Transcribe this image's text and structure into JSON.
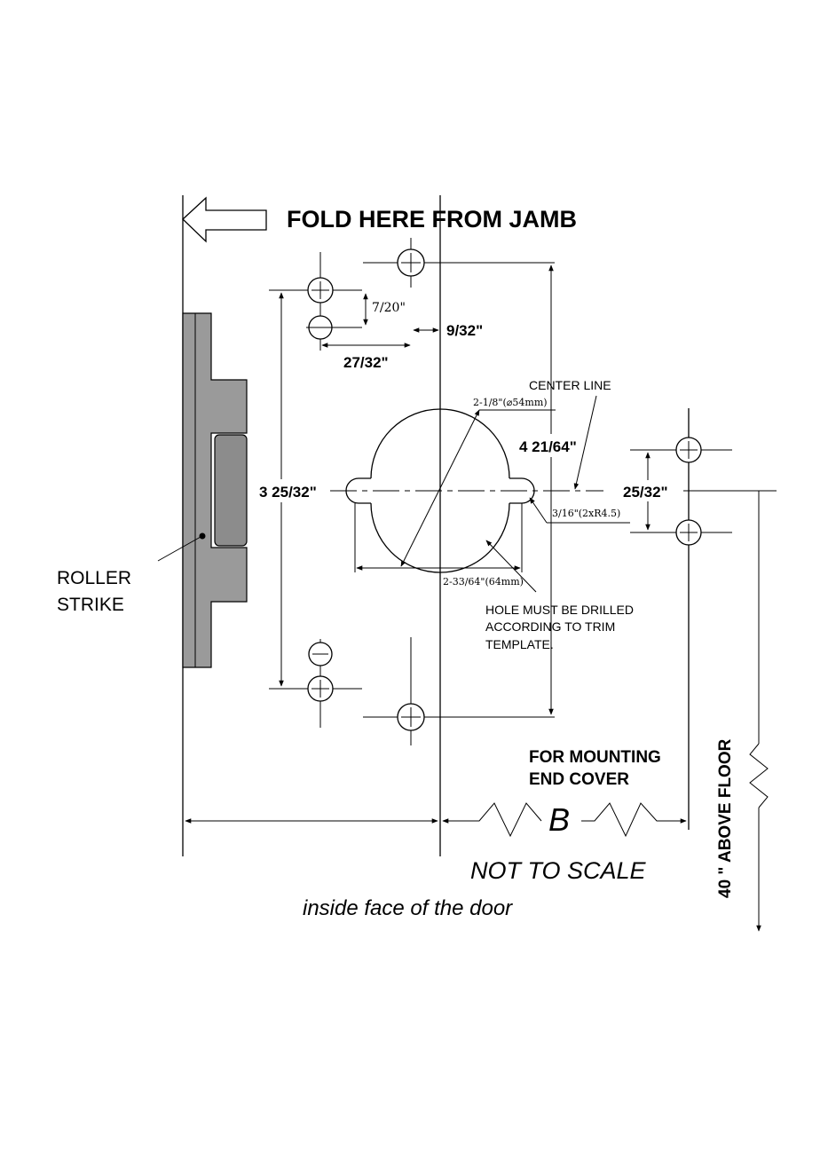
{
  "header": {
    "fold_label": "FOLD HERE FROM JAMB"
  },
  "dims": {
    "d_7_20": "7/20\"",
    "d_9_32": "9/32\"",
    "d_27_32": "27/32\"",
    "d_3_25_32": "3 25/32\"",
    "d_4_21_64": "4 21/64\"",
    "d_25_32": "25/32\"",
    "d_bore": "2-1/8\"(⌀54mm)",
    "d_slot": "2-33/64\"(64mm)",
    "d_radius": "3/16\"(2xR4.5)"
  },
  "labels": {
    "center_line": "CENTER LINE",
    "roller_strike_1": "ROLLER",
    "roller_strike_2": "STRIKE",
    "hole_note_1": "HOLE MUST BE DRILLED",
    "hole_note_2": "ACCORDING TO TRIM",
    "hole_note_3": "TEMPLATE.",
    "mounting_1": "FOR MOUNTING",
    "mounting_2": "END COVER",
    "b_label": "B",
    "not_to_scale": "NOT TO SCALE",
    "inside_face": "inside face of the door",
    "above_floor": "40 \" ABOVE  FLOOR"
  }
}
